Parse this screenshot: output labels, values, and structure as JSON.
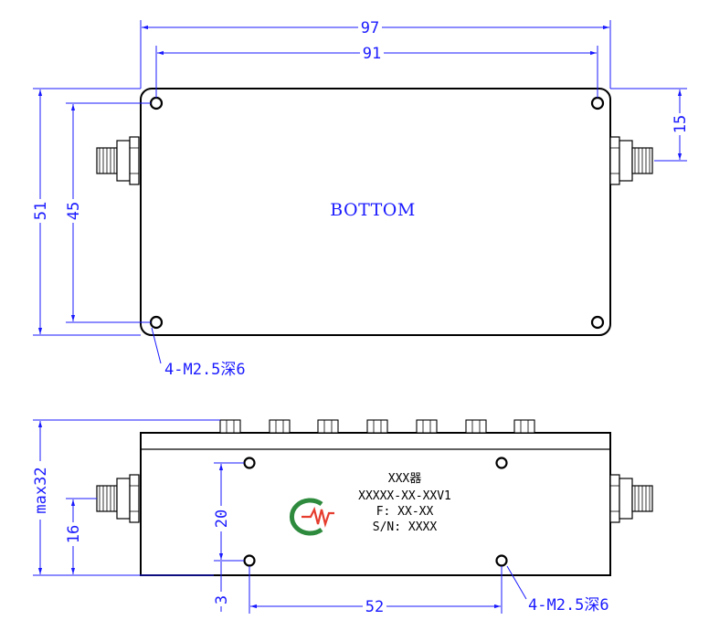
{
  "colors": {
    "dimension": "#1a1aff",
    "outline": "#000000",
    "logo_red": "#e53c2e",
    "logo_green": "#2e8b3e"
  },
  "top_view": {
    "title": "BOTTOM",
    "dims": {
      "overall_width": "97",
      "hole_spacing_x": "91",
      "overall_height": "51",
      "hole_spacing_y": "45",
      "connector_offset": "15"
    },
    "hole_callout": "4-M2.5深6"
  },
  "side_view": {
    "dims": {
      "max_height": "max32",
      "connector_height": "16",
      "hole_spacing_y": "20",
      "hole_bottom_offset": "3",
      "hole_spacing_x": "52"
    },
    "hole_callout": "4-M2.5深6",
    "label": {
      "name": "XXX器",
      "model": "XXXXX-XX-XXV1",
      "freq": "F: XX-XX",
      "serial": "S/N: XXXX"
    }
  }
}
